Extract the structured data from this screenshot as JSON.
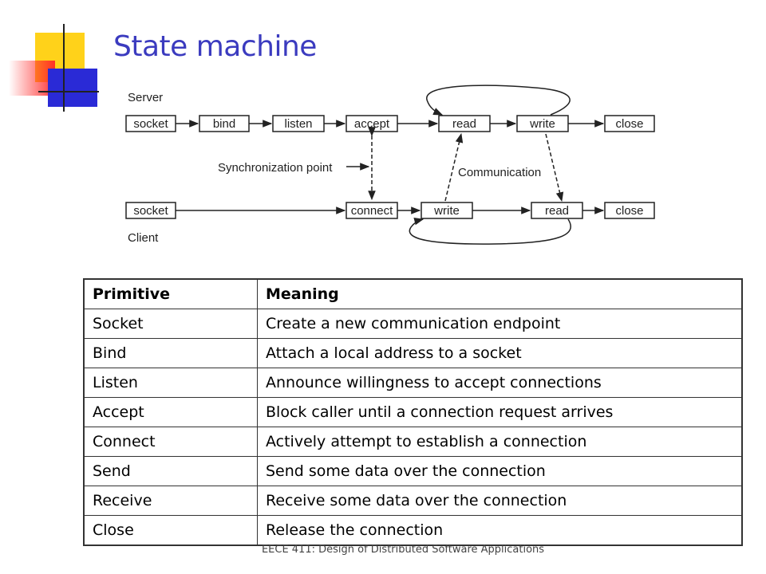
{
  "slide": {
    "title": "State machine",
    "footer": "EECE 411: Design of Distributed Software Applications"
  },
  "diagram": {
    "server_label": "Server",
    "client_label": "Client",
    "sync_label": "Synchronization point",
    "comm_label": "Communication",
    "server_states": [
      "socket",
      "bind",
      "listen",
      "accept",
      "read",
      "write",
      "close"
    ],
    "client_states": [
      "socket",
      "connect",
      "write",
      "read",
      "close"
    ]
  },
  "table": {
    "headers": [
      "Primitive",
      "Meaning"
    ],
    "rows": [
      [
        "Socket",
        "Create a new communication endpoint"
      ],
      [
        "Bind",
        "Attach a local address to a socket"
      ],
      [
        "Listen",
        "Announce willingness to accept connections"
      ],
      [
        "Accept",
        "Block caller until a connection request arrives"
      ],
      [
        "Connect",
        "Actively attempt to establish a connection"
      ],
      [
        "Send",
        "Send some data over the connection"
      ],
      [
        "Receive",
        "Receive some data over the connection"
      ],
      [
        "Close",
        "Release the connection"
      ]
    ]
  }
}
